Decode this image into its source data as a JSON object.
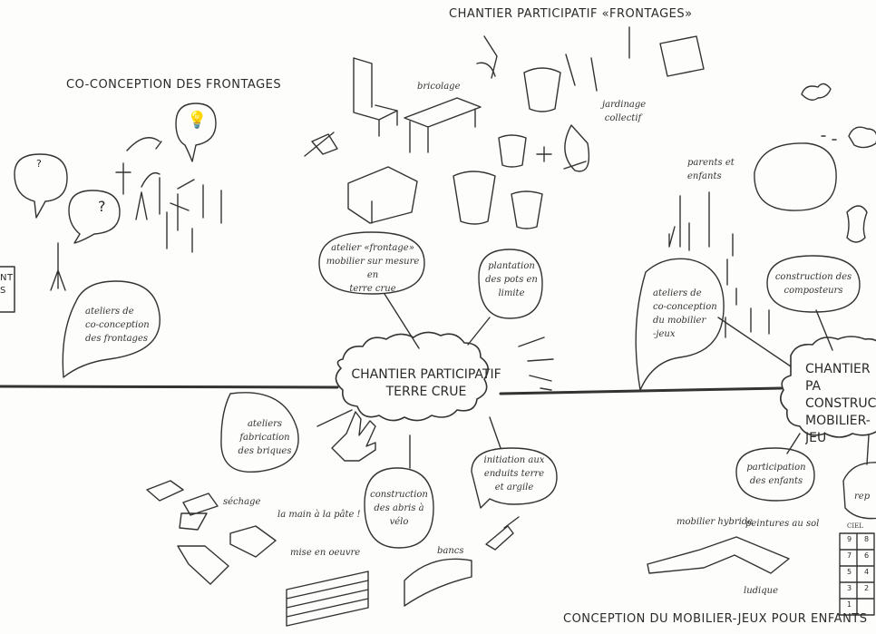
{
  "titles": {
    "frontages": "CHANTIER PARTICIPATIF «FRONTAGES»",
    "coconception": "CO-CONCEPTION DES FRONTAGES",
    "mobilier_enfants": "CONCEPTION DU MOBILIER-JEUX POUR ENFANTS"
  },
  "edge_fragment": [
    "NT",
    "S"
  ],
  "hubs": {
    "terre_crue": [
      "CHANTIER PARTICIPATIF",
      "TERRE CRUE"
    ],
    "mobilier": [
      "CHANTIER PA",
      "CONSTRUCTI",
      "MOBILIER-JEU"
    ]
  },
  "bubbles": {
    "atelier_frontage": [
      "atelier «frontage»",
      "mobilier sur mesure en",
      "terre crue"
    ],
    "plantation": [
      "plantation",
      "des pots en",
      "limite"
    ],
    "ateliers_coconception_frontages": [
      "ateliers de",
      "co-conception",
      "des frontages"
    ],
    "ateliers_briques": [
      "ateliers",
      "fabrication",
      "des briques"
    ],
    "abris_velo": [
      "construction",
      "des abris à",
      "vélo"
    ],
    "enduits": [
      "initiation aux",
      "enduits terre",
      "et argile"
    ],
    "ateliers_mobilier_jeux": [
      "ateliers de",
      "co-conception",
      "du mobilier",
      "-jeux"
    ],
    "composteurs": [
      "construction des",
      "composteurs"
    ],
    "participation": [
      "participation",
      "des enfants"
    ],
    "rep": [
      "rep"
    ]
  },
  "annotations": {
    "bricolage": "bricolage",
    "jardinage": [
      "jardinage",
      "collectif"
    ],
    "parents": [
      "parents et",
      "enfants"
    ],
    "sechage": "séchage",
    "main_pate": "la main à la pâte !",
    "mise_en_oeuvre": "mise en oeuvre",
    "bancs": "bancs",
    "mobilier_hybride": "mobilier hybride",
    "peintures": "peintures au sol",
    "ludique": "ludique",
    "hopscotch_top": "CIEL",
    "hopscotch_numbers": [
      "9",
      "8",
      "7",
      "6",
      "5",
      "4",
      "3",
      "2",
      "1"
    ]
  }
}
